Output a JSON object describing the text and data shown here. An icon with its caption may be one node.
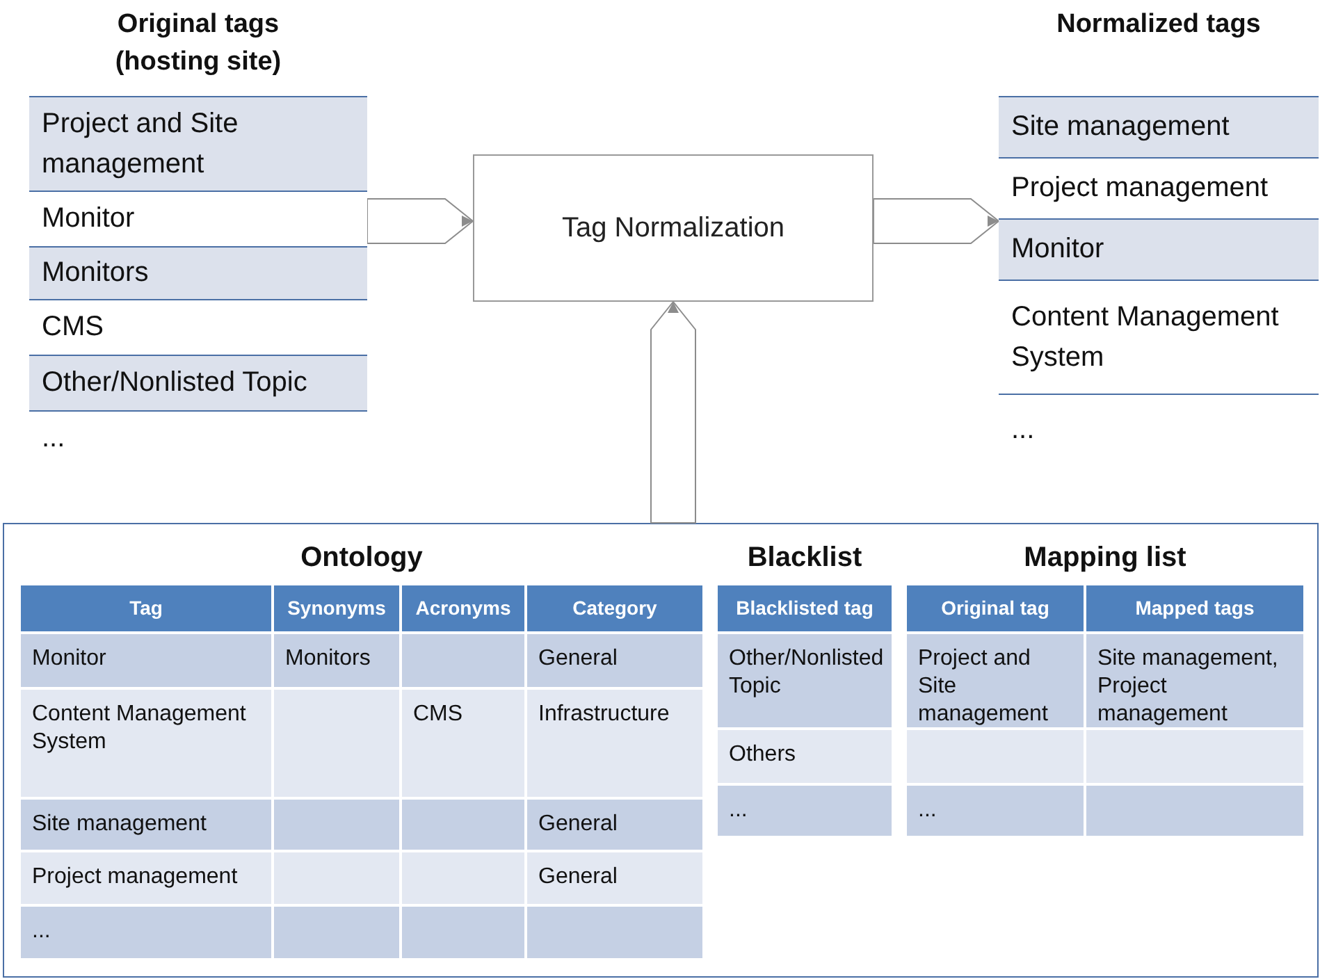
{
  "diagram": {
    "nodes": [
      {
        "text": [
          "Original tags (hosting site)"
        ]
      },
      {
        "text": [
          "Project and Site management"
        ],
        "in": 0
      },
      {
        "text": [
          "Monitor"
        ],
        "in": 0
      },
      {
        "text": [
          "Monitors"
        ],
        "in": 0
      },
      {
        "text": [
          "CMS"
        ],
        "in": 0
      },
      {
        "text": [
          "Other/Nonlisted Topic"
        ],
        "in": 0
      },
      {
        "text": [
          "..."
        ],
        "in": 0
      },
      {
        "text": [
          "Tag Normalization"
        ]
      },
      {
        "text": [
          "Normalized tags"
        ]
      },
      {
        "text": [
          "Site management"
        ],
        "in": 8
      },
      {
        "text": [
          "Project management"
        ],
        "in": 8
      },
      {
        "text": [
          "Monitor"
        ],
        "in": 8
      },
      {
        "text": [
          "Content Management System"
        ],
        "in": 8
      },
      {
        "text": [
          "..."
        ],
        "in": 8
      },
      {
        "text": [],
        "shape": "box"
      }
    ],
    "edges": [
      {
        "from": 0,
        "to": 7,
        "arrow": "to"
      },
      {
        "from": 7,
        "to": 8,
        "arrow": "to"
      },
      {
        "from": 14,
        "to": 7,
        "arrow": "to"
      }
    ],
    "labels": [
      "Ontology",
      "Blacklist",
      "Mapping list",
      "Tag",
      "Synonyms",
      "Acronyms",
      "Category",
      "Monitor",
      "Monitors",
      "General",
      "Content Management System",
      "CMS",
      "Infrastructure",
      "Site management",
      "General",
      "Project management",
      "General",
      "...",
      "Blacklisted tag",
      "Other/Nonlisted Topic",
      "Others",
      "...",
      "Original tag",
      "Mapped tags",
      "Project and Site management",
      "Site management, Project management",
      "..."
    ]
  }
}
